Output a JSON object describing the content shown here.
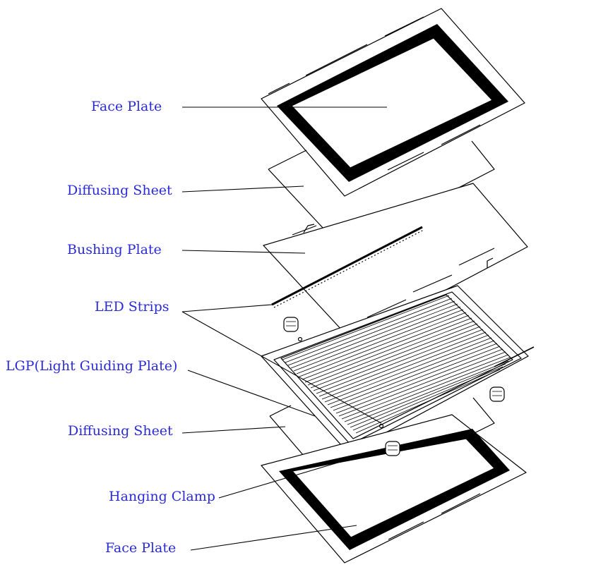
{
  "labels": {
    "face_plate_top": "Face Plate",
    "diffusing_sheet_top": "Diffusing Sheet",
    "bushing_plate": "Bushing Plate",
    "led_strips": "LED Strips",
    "lgp": "LGP(Light Guiding Plate)",
    "diffusing_sheet_bottom": "Diffusing Sheet",
    "hanging_clamp": "Hanging Clamp",
    "face_plate_bottom": "Face Plate"
  },
  "colors": {
    "label": "#2b2bd6",
    "line": "#000000",
    "frame": "#000000"
  }
}
